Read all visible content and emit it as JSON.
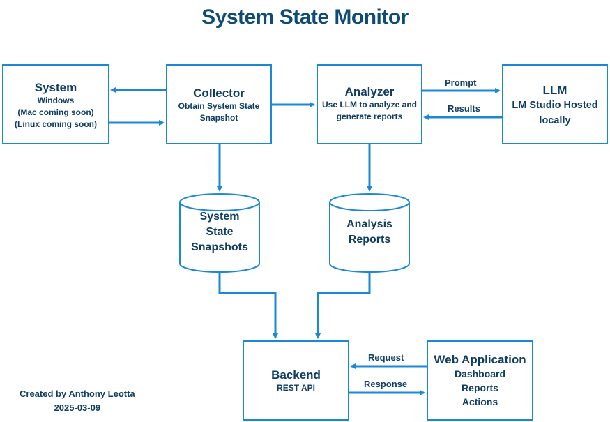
{
  "title": "System State Monitor",
  "nodes": {
    "system": {
      "name": "System",
      "lines": [
        "Windows",
        "(Mac coming soon)",
        "(Linux coming soon)"
      ]
    },
    "collector": {
      "name": "Collector",
      "lines": [
        "Obtain System State",
        "Snapshot"
      ]
    },
    "analyzer": {
      "name": "Analyzer",
      "lines": [
        "Use LLM to analyze and",
        "generate reports"
      ]
    },
    "llm": {
      "name": "LLM",
      "lines": [
        "LM Studio Hosted",
        "locally"
      ]
    },
    "snapshots": {
      "lines": [
        "System",
        "State",
        "Snapshots"
      ]
    },
    "reports": {
      "lines": [
        "Analysis",
        "Reports"
      ]
    },
    "backend": {
      "name": "Backend",
      "lines": [
        "REST API"
      ]
    },
    "webapp": {
      "name": "Web Application",
      "lines": [
        "Dashboard",
        "Reports",
        "Actions"
      ]
    }
  },
  "edges": {
    "prompt": "Prompt",
    "results": "Results",
    "request": "Request",
    "response": "Response"
  },
  "credit": {
    "line1": "Created by Anthony Leotta",
    "line2": "2025-03-09"
  },
  "colors": {
    "stroke": "#1b88d3",
    "text": "#0f3d63",
    "title": "#0f4c75"
  }
}
